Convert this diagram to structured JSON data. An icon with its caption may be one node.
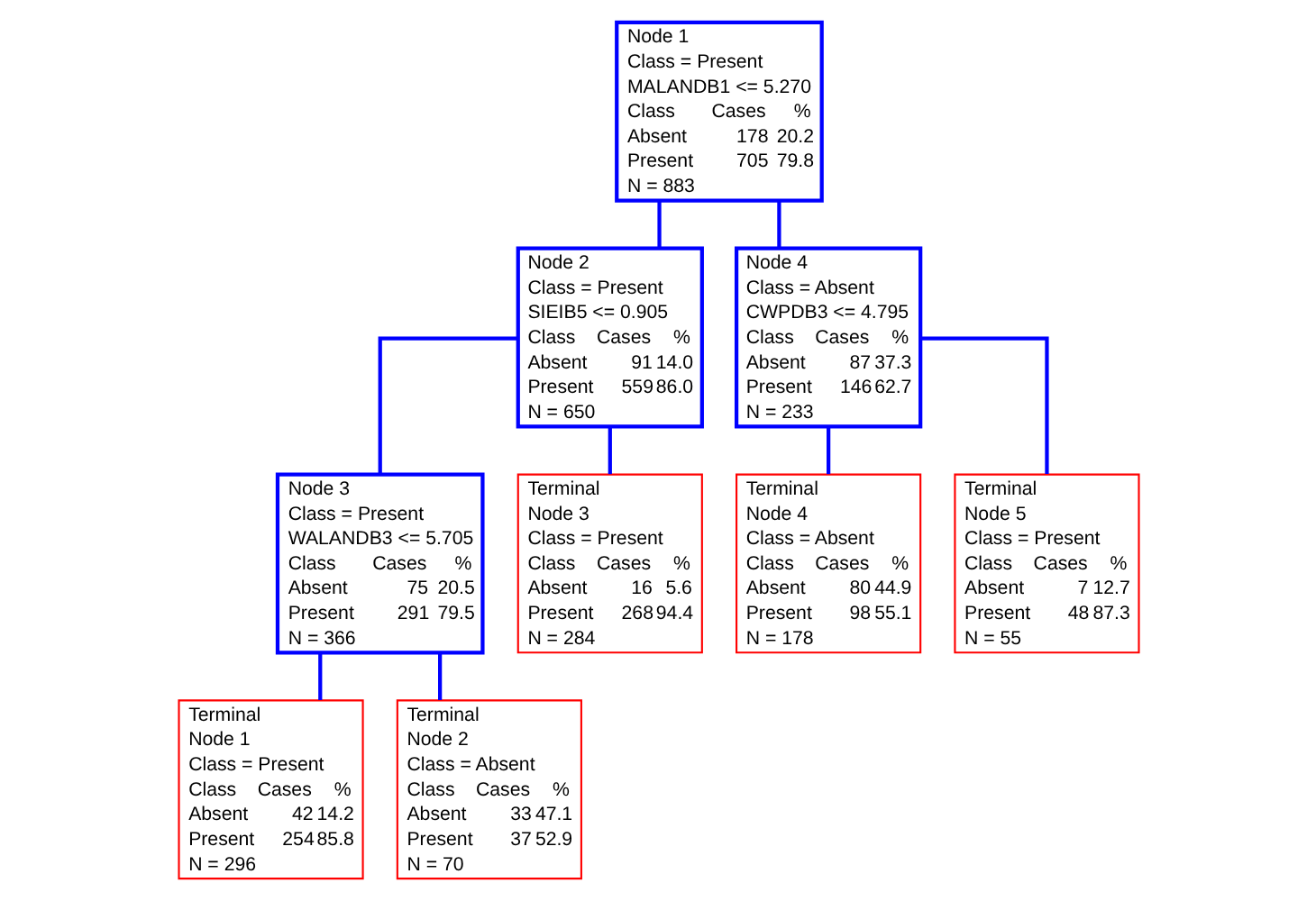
{
  "diagram": {
    "nodes": [
      {
        "text": [
          "Node 1",
          "Class = Present",
          "MALANDB1 <= 5.270",
          "Class",
          "Cases",
          "%",
          "Absent",
          "178",
          "20.2",
          "Present",
          "705",
          "79.8",
          "N = 883"
        ]
      },
      {
        "text": [
          "Node 2",
          "Class = Present",
          "SIEIB5 <= 0.905",
          "Class",
          "Cases",
          "%",
          "Absent",
          "91",
          "14.0",
          "Present",
          "559",
          "86.0",
          "N = 650"
        ]
      },
      {
        "text": [
          "Node 4",
          "Class = Absent",
          "CWPDB3 <= 4.795",
          "Class",
          "Cases",
          "%",
          "Absent",
          "87",
          "37.3",
          "Present",
          "146",
          "62.7",
          "N = 233"
        ]
      },
      {
        "text": [
          "Node 3",
          "Class = Present",
          "WALANDB3 <= 5.705",
          "Class",
          "Cases",
          "%",
          "Absent",
          "75",
          "20.5",
          "Present",
          "291",
          "79.5",
          "N = 366"
        ]
      },
      {
        "text": [
          "Terminal",
          "Node 3",
          "Class = Present",
          "Class",
          "Cases",
          "%",
          "Absent",
          "16",
          "5.6",
          "Present",
          "268",
          "94.4",
          "N = 284"
        ]
      },
      {
        "text": [
          "Terminal",
          "Node 4",
          "Class = Absent",
          "Class",
          "Cases",
          "%",
          "Absent",
          "80",
          "44.9",
          "Present",
          "98",
          "55.1",
          "N = 178"
        ]
      },
      {
        "text": [
          "Terminal",
          "Node 5",
          "Class = Present",
          "Class",
          "Cases",
          "%",
          "Absent",
          "7",
          "12.7",
          "Present",
          "48",
          "87.3",
          "N = 55"
        ]
      },
      {
        "text": [
          "Terminal",
          "Node 1",
          "Class = Present",
          "Class",
          "Cases",
          "%",
          "Absent",
          "42",
          "14.2",
          "Present",
          "254",
          "85.8",
          "N = 296"
        ]
      },
      {
        "text": [
          "Terminal",
          "Node 2",
          "Class = Absent",
          "Class",
          "Cases",
          "%",
          "Absent",
          "33",
          "47.1",
          "Present",
          "37",
          "52.9",
          "N = 70"
        ]
      }
    ],
    "edges": [
      {
        "from": 0,
        "to": 1,
        "arrow": "none"
      },
      {
        "from": 0,
        "to": 2,
        "arrow": "none"
      },
      {
        "from": 1,
        "to": 3,
        "arrow": "none"
      },
      {
        "from": 1,
        "to": 4,
        "arrow": "none"
      },
      {
        "from": 2,
        "to": 5,
        "arrow": "none"
      },
      {
        "from": 2,
        "to": 6,
        "arrow": "none"
      },
      {
        "from": 3,
        "to": 7,
        "arrow": "none"
      },
      {
        "from": 3,
        "to": 8,
        "arrow": "none"
      }
    ]
  }
}
